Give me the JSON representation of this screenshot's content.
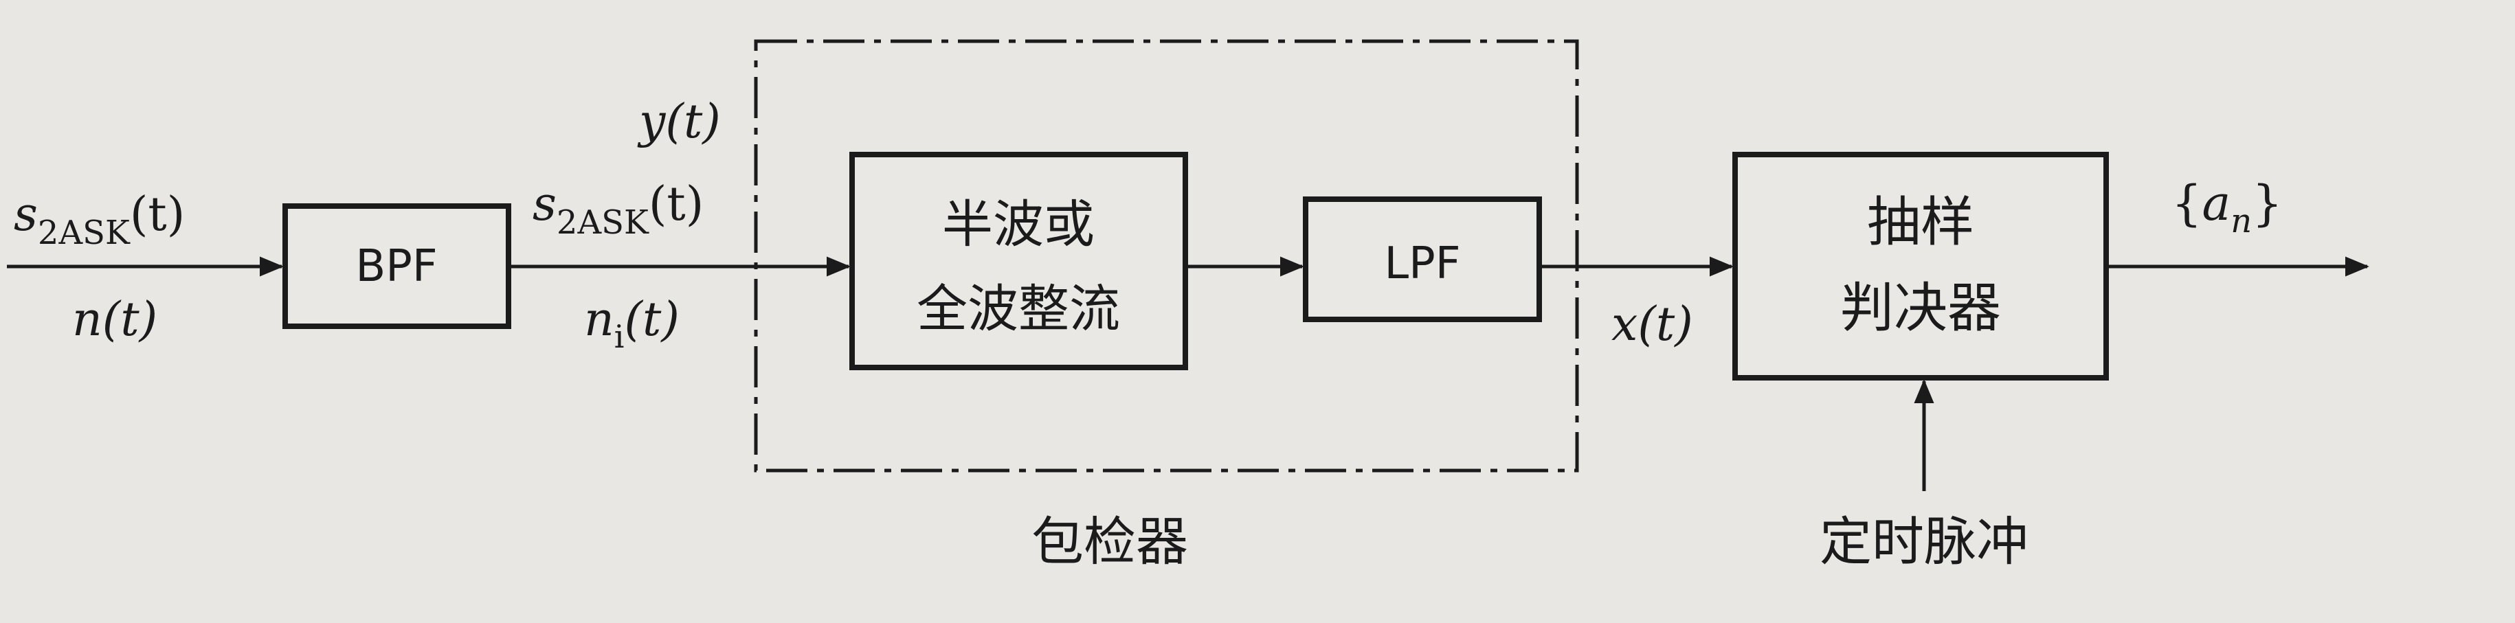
{
  "blocks": {
    "bpf": "BPF",
    "rectifier_line1": "半波或",
    "rectifier_line2": "全波整流",
    "lpf": "LPF",
    "decision_line1": "抽样",
    "decision_line2": "判决器"
  },
  "labels": {
    "envelope_detector": "包检器",
    "timing_pulse": "定时脉冲"
  },
  "signals": {
    "input_top_base": "s",
    "input_top_sub": "2ASK",
    "input_top_arg": "(t)",
    "input_bottom": "n(t)",
    "mid_top": "y(t)",
    "mid_center_base": "s",
    "mid_center_sub": "2ASK",
    "mid_center_arg": "(t)",
    "mid_bottom_base": "n",
    "mid_bottom_sub": "i",
    "mid_bottom_arg": "(t)",
    "lpf_output": "x(t)",
    "output_open": "{",
    "output_base": "a",
    "output_sub": "n",
    "output_close": "}"
  }
}
